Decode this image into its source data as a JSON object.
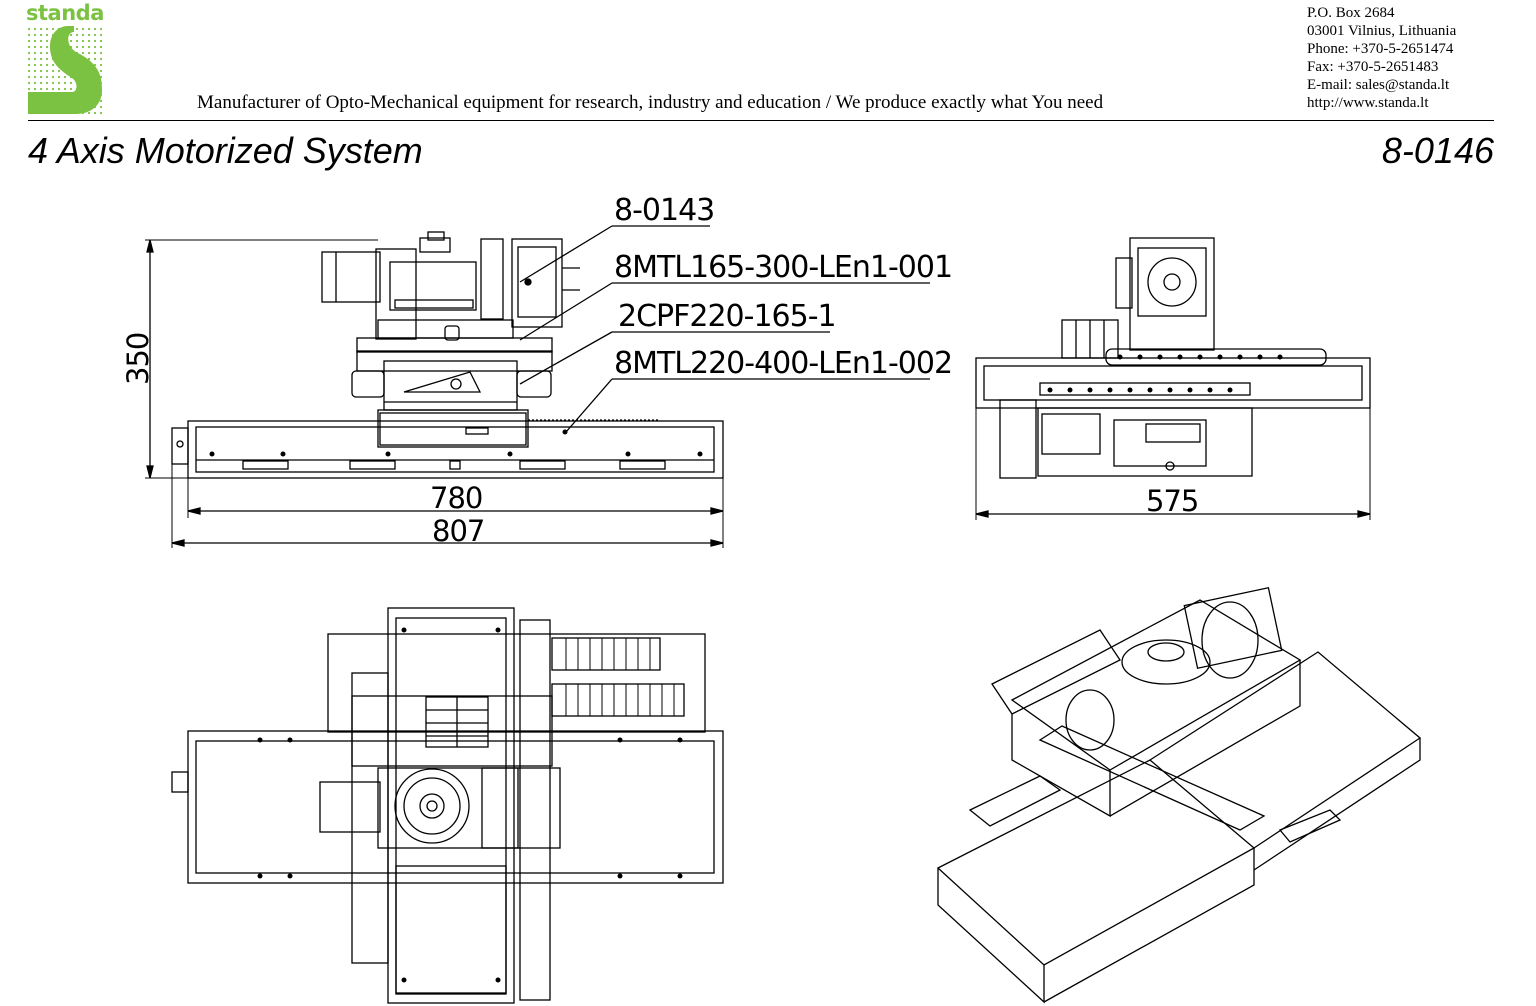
{
  "header": {
    "logo_text": "standa",
    "tagline": "Manufacturer of Opto-Mechanical equipment for research, industry and education / We produce exactly what You need",
    "contact": [
      "P.O. Box 2684",
      "03001 Vilnius, Lithuania",
      "Phone: +370-5-2651474",
      "Fax: +370-5-2651483",
      "E-mail: sales@standa.lt",
      "http://www.standa.lt"
    ]
  },
  "title": "4 Axis Motorized System",
  "part_number": "8-0146",
  "callouts": [
    "8-0143",
    "8MTL165-300-LEn1-001",
    "2CPF220-165-1",
    "8MTL220-400-LEn1-002"
  ],
  "dimensions": {
    "height": "350",
    "inner_width": "780",
    "outer_width": "807",
    "side_width": "575"
  },
  "colors": {
    "brand": "#7cc242",
    "line": "#000000"
  }
}
